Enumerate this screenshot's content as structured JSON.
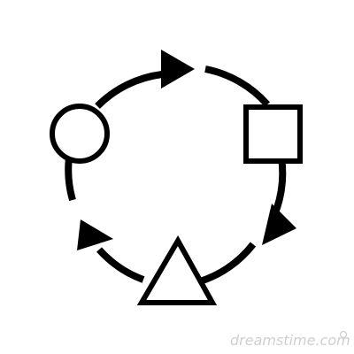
{
  "diagram": {
    "type": "cycle",
    "direction": "clockwise",
    "nodes": [
      {
        "shape": "circle",
        "icon": "circle-node-icon"
      },
      {
        "shape": "square",
        "icon": "square-node-icon"
      },
      {
        "shape": "triangle",
        "icon": "triangle-node-icon"
      }
    ],
    "arrows": [
      {
        "icon": "arrow-right-icon"
      },
      {
        "icon": "arrow-down-right-icon"
      },
      {
        "icon": "arrow-up-left-icon"
      }
    ],
    "colors": {
      "stroke": "#000000",
      "fill": "#ffffff",
      "background": "#ffffff"
    }
  },
  "watermark": {
    "text": "dreamstime.com",
    "color": "#cfcfcf"
  }
}
